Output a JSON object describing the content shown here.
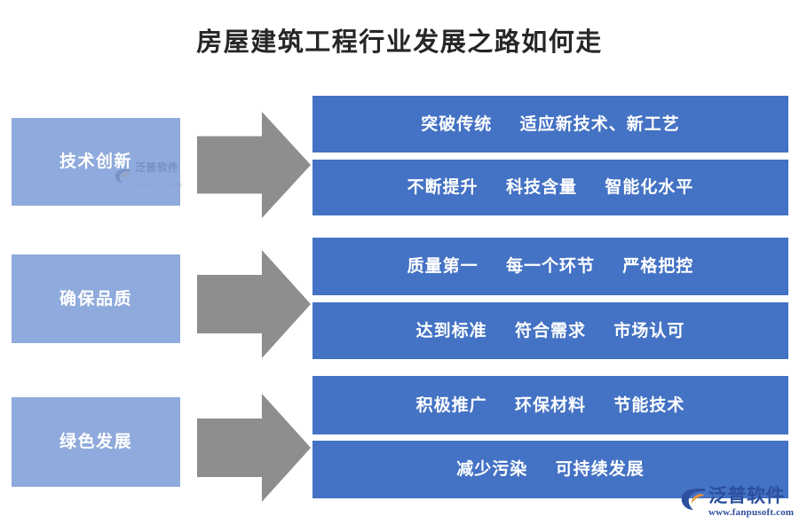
{
  "page": {
    "title": "房屋建筑工程行业发展之路如何走",
    "background_color": "#ffffff",
    "title_color": "#262626"
  },
  "colors": {
    "stage_box": "#8FAADC",
    "panel": "#4472C4",
    "arrow": "#8e8e8e",
    "text_on_fill": "#ffffff",
    "logo_blue": "#2c4f9e",
    "logo_orange": "#e8943a"
  },
  "flow": {
    "arrow_icon_name": "right-arrow-icon",
    "rows": [
      {
        "stage": "技术创新",
        "statements": [
          "突破传统     适应新技术、新工艺",
          "不断提升     科技含量     智能化水平"
        ]
      },
      {
        "stage": "确保品质",
        "statements": [
          "质量第一     每一个环节     严格把控",
          "达到标准     符合需求     市场认可"
        ]
      },
      {
        "stage": "绿色发展",
        "statements": [
          "积极推广     环保材料     节能技术",
          "减少污染     可持续发展"
        ]
      }
    ]
  },
  "watermark": {
    "brand_cn": "泛普软件",
    "brand_en": "FANPU SOFTWARE"
  },
  "logo": {
    "brand_cn": "泛普软件",
    "url": "www.fanpusoft.com"
  }
}
